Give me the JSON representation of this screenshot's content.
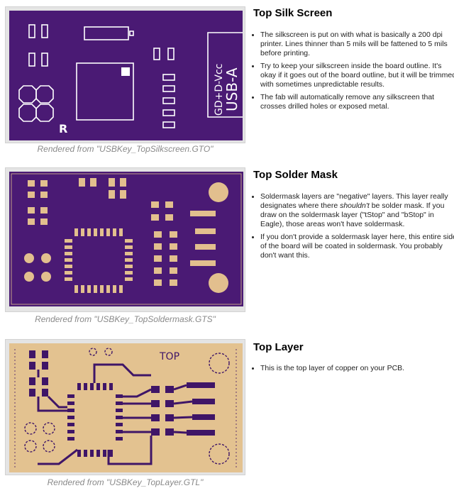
{
  "sections": [
    {
      "title": "Top Silk Screen",
      "caption": "Rendered from \"USBKey_TopSilkscreen.GTO\"",
      "bullets": [
        "The silkscreen is put on with what is basically a 200 dpi printer. Lines thinner than 5 mils will be fattened to 5 mils before printing.",
        "Try to keep your silkscreen inside the board outline. It's okay if it goes out of the board outline, but it will be trimmed with sometimes unpredictable results.",
        "The fab will automatically remove any silkscreen that crosses drilled holes or exposed metal."
      ],
      "board_text": {
        "label_a": "GD+D-Vcc",
        "label_b": "USB-A",
        "corner_mark": "R"
      }
    },
    {
      "title": "Top Solder Mask",
      "caption": "Rendered from \"USBKey_TopSoldermask.GTS\"",
      "bullets": [
        {
          "before": "Soldermask layers are \"negative\" layers. This layer really designates where there ",
          "em": "shouldn't",
          "after": " be solder mask. If you draw on the soldermask layer (\"tStop\" and \"bStop\" in Eagle), those areas won't have soldermask."
        },
        "If you don't provide a soldermask layer here, this entire side of the board will be coated in soldermask. You probably don't want this."
      ]
    },
    {
      "title": "Top Layer",
      "caption": "Rendered from \"USBKey_TopLayer.GTL\"",
      "bullets": [
        "This is the top layer of copper on your PCB."
      ],
      "board_text": {
        "layer_label": "TOP"
      }
    }
  ],
  "colors": {
    "board_purple": "#4a1a74",
    "silk_white": "#ffffff",
    "pad_tan": "#e2bf8e",
    "copper_tan": "#e3c290",
    "trace_purple": "#3f1567",
    "frame_grey": "#e4e4e4",
    "caption_grey": "#8a8a8a"
  }
}
